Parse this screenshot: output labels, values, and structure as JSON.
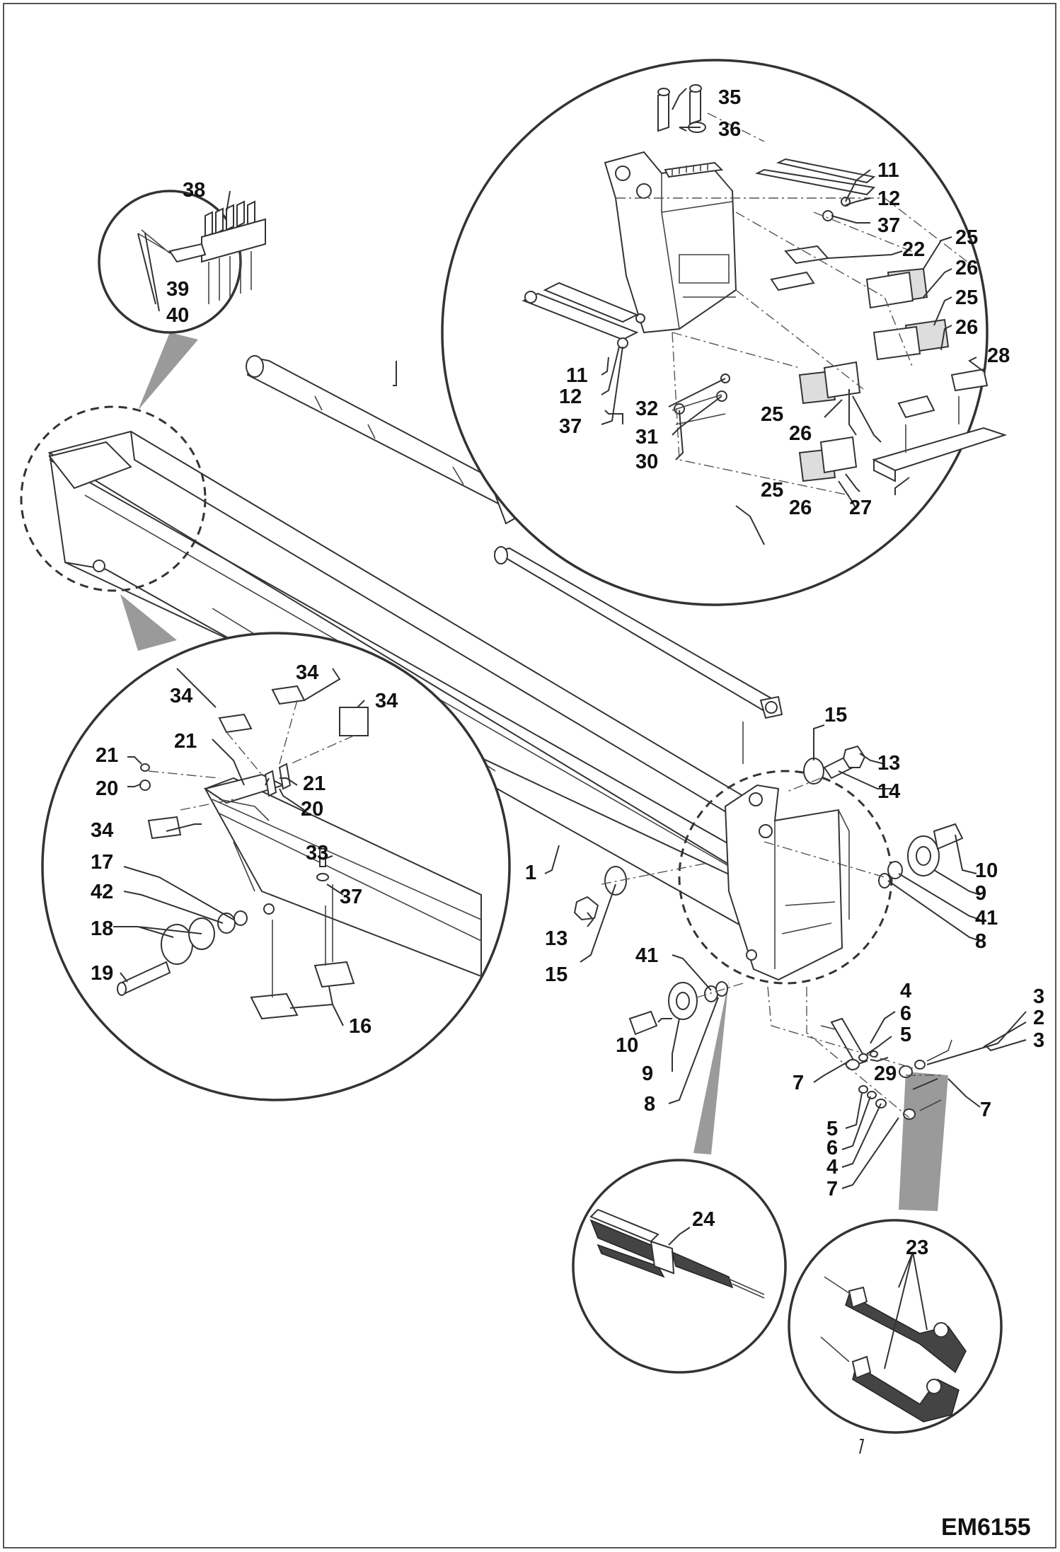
{
  "drawing_code": "EM6155",
  "labels": {
    "l1": "1",
    "l2": "2",
    "l3a": "3",
    "l3b": "3",
    "l4a": "4",
    "l4b": "4",
    "l5a": "5",
    "l5b": "5",
    "l6a": "6",
    "l6b": "6",
    "l7a": "7",
    "l7b": "7",
    "l7c": "7",
    "l8a": "8",
    "l8b": "8",
    "l9a": "9",
    "l9b": "9",
    "l10a": "10",
    "l10b": "10",
    "l11a": "11",
    "l11b": "11",
    "l12a": "12",
    "l12b": "12",
    "l13a": "13",
    "l13b": "13",
    "l14": "14",
    "l15a": "15",
    "l15b": "15",
    "l16": "16",
    "l17": "17",
    "l18": "18",
    "l19": "19",
    "l20a": "20",
    "l20b": "20",
    "l21a": "21",
    "l21b": "21",
    "l21c": "21",
    "l22": "22",
    "l23": "23",
    "l24": "24",
    "l25a": "25",
    "l25b": "25",
    "l25c": "25",
    "l25d": "25",
    "l26a": "26",
    "l26b": "26",
    "l26c": "26",
    "l26d": "26",
    "l27": "27",
    "l28": "28",
    "l29": "29",
    "l30": "30",
    "l31": "31",
    "l32": "32",
    "l33": "33",
    "l34a": "34",
    "l34b": "34",
    "l34c": "34",
    "l34d": "34",
    "l35": "35",
    "l36": "36",
    "l37a": "37",
    "l37b": "37",
    "l37c": "37",
    "l38": "38",
    "l39": "39",
    "l40": "40",
    "l41a": "41",
    "l41b": "41",
    "l42": "42"
  }
}
